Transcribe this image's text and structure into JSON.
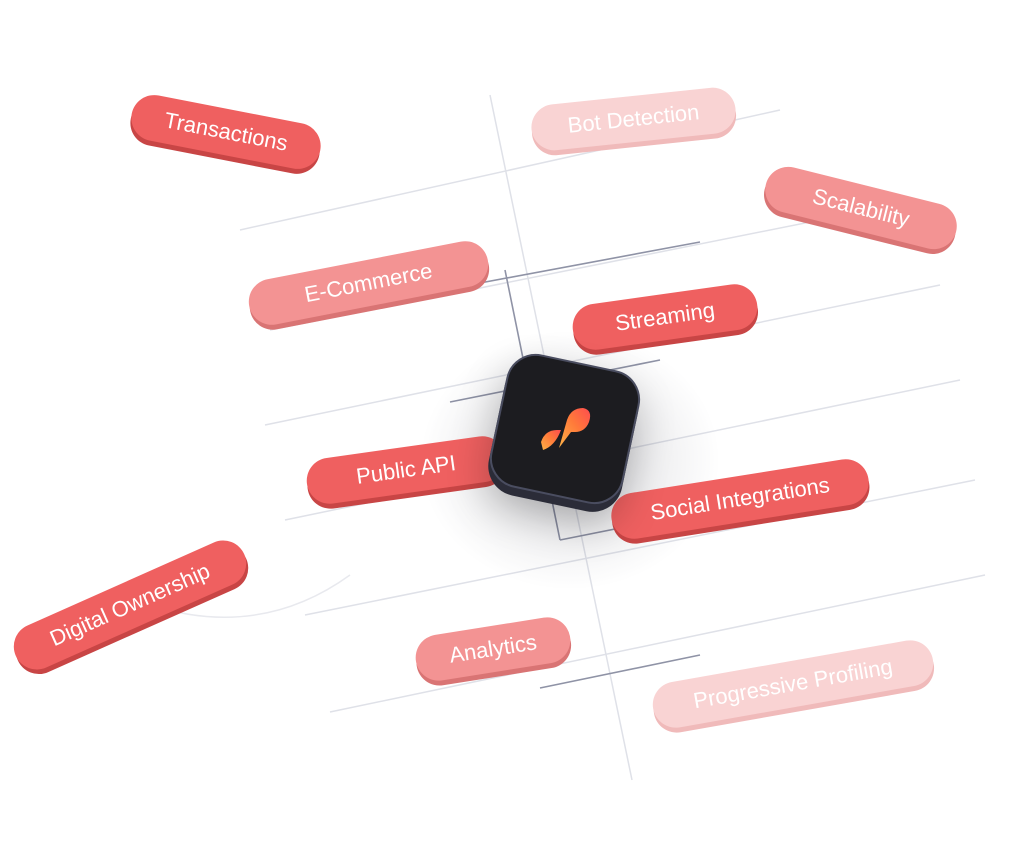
{
  "tags": [
    {
      "label": "Transactions"
    },
    {
      "label": "Bot Detection"
    },
    {
      "label": "Scalability"
    },
    {
      "label": "E-Commerce"
    },
    {
      "label": "Streaming"
    },
    {
      "label": "Public API"
    },
    {
      "label": "Social Integrations"
    },
    {
      "label": "Digital Ownership"
    },
    {
      "label": "Analytics"
    },
    {
      "label": "Progressive Profiling"
    }
  ],
  "colors": {
    "pill_strong": "#ef6060",
    "pill_medium": "#f39393",
    "pill_faint": "#f9d3d3",
    "logo_tile": "#1c1c20",
    "logo_gradient_start": "#ff4d4f",
    "logo_gradient_end": "#ffb347"
  },
  "logo": {
    "icon": "brand-logo-icon"
  }
}
